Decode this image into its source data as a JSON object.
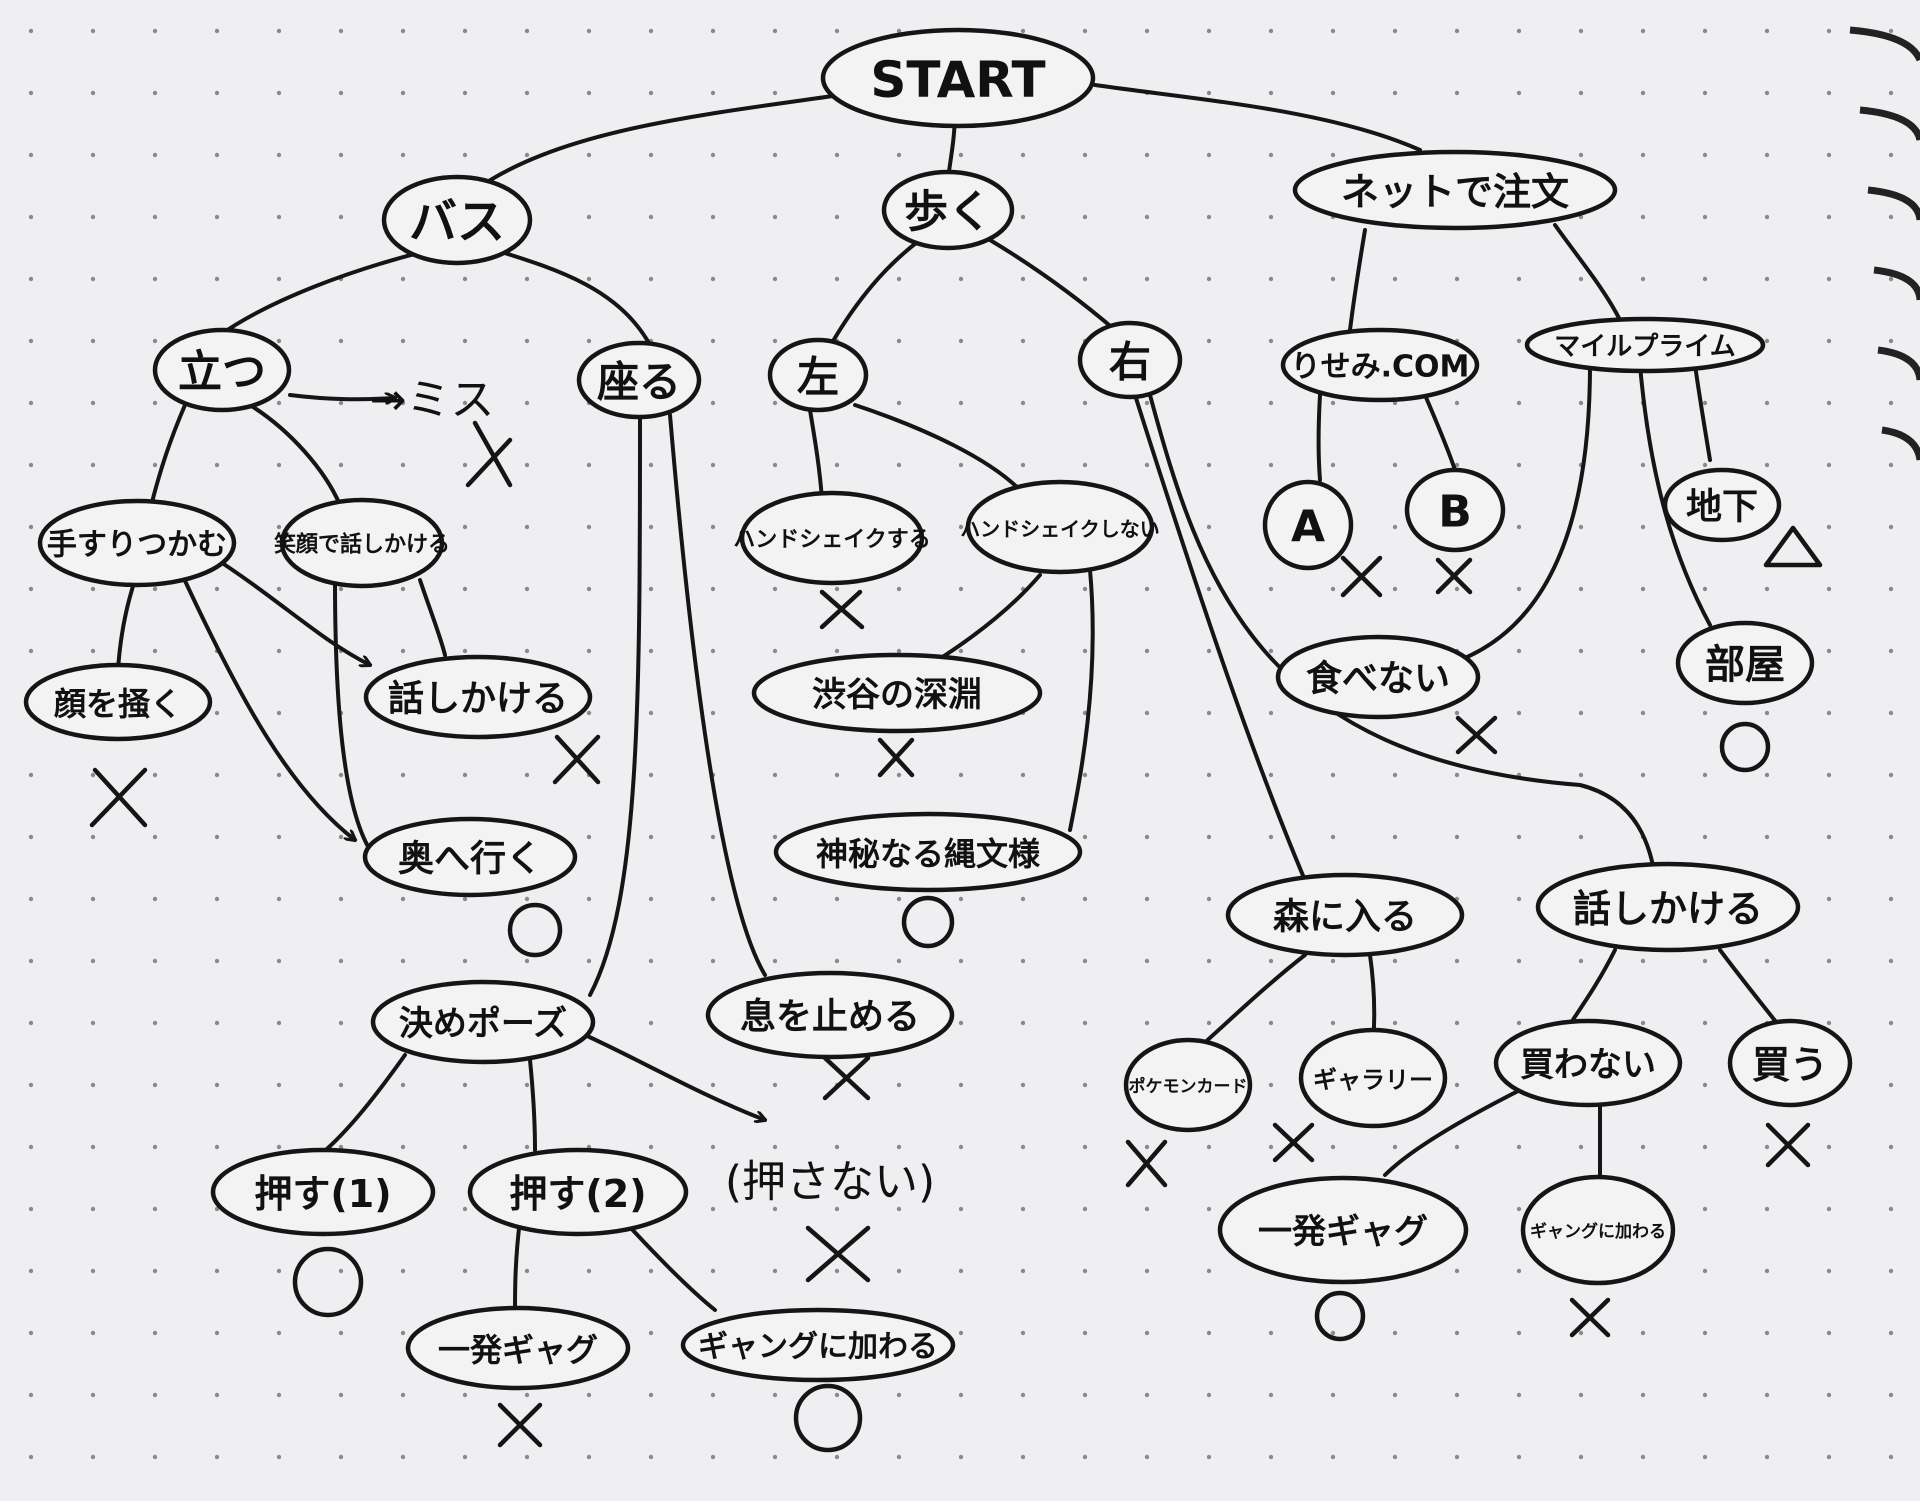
{
  "nodes": {
    "start": "START",
    "bus": "バス",
    "walk": "歩く",
    "net_order": "ネットで注文",
    "stand": "立つ",
    "sit": "座る",
    "left": "左",
    "right": "右",
    "risemi_com": "りせみ.COM",
    "mile_prime": "マイルプライム",
    "grab_strap": "手すりつかむ",
    "approach": "笑顔で話しかける",
    "face_scratch": "顔を掻く",
    "talk_to_1": "話しかける",
    "go_back": "奥へ行く",
    "pose": "決めポーズ",
    "hold_breath": "息を止める",
    "push_1": "押す(1)",
    "push_2": "押す(2)",
    "one_gag_1": "一発ギャグ",
    "join_gang_1": "ギャングに加わる",
    "handshake": "ハンドシェイクする",
    "no_handshake": "ハンドシェイクしない",
    "shibuya_abyss": "渋谷の深淵",
    "mystic_pattern": "神秘なる縄文様",
    "option_a": "A",
    "option_b": "B",
    "dont_eat": "食べない",
    "basement": "地下",
    "room": "部屋",
    "enter_forest": "森に入る",
    "talk_to_2": "話しかける",
    "poke_card": "ポケモンカード",
    "gallery": "ギャラリー",
    "dont_buy": "買わない",
    "buy": "買う",
    "one_gag_2": "一発ギャグ",
    "join_gang_2": "ギャングに加わる"
  },
  "free_text": {
    "miss": "→ミス",
    "no_push": "(押さない)"
  },
  "marks": {
    "ok": "○",
    "ng": "×",
    "partial": "△"
  }
}
